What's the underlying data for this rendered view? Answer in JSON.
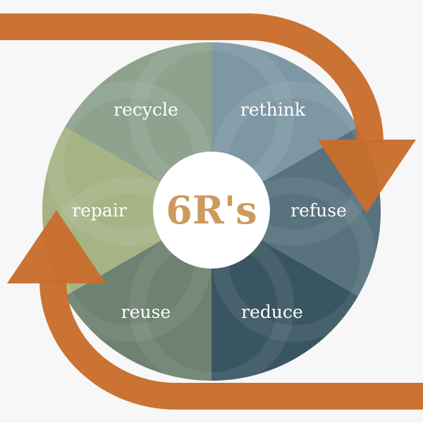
{
  "center": {
    "title": "6R's"
  },
  "segments": [
    {
      "id": "rethink",
      "label": "rethink",
      "color": "#7d98a4"
    },
    {
      "id": "refuse",
      "label": "refuse",
      "color": "#58727e"
    },
    {
      "id": "reduce",
      "label": "reduce",
      "color": "#3a5562"
    },
    {
      "id": "reuse",
      "label": "reuse",
      "color": "#6d8270"
    },
    {
      "id": "repair",
      "label": "repair",
      "color": "#a6b385"
    },
    {
      "id": "recycle",
      "label": "recycle",
      "color": "#8fa28e"
    }
  ],
  "colors": {
    "arrow": "#c86d2c",
    "background": "#f7f7f7",
    "center_fill": "#ffffff",
    "center_text": "#cc9a5c"
  }
}
